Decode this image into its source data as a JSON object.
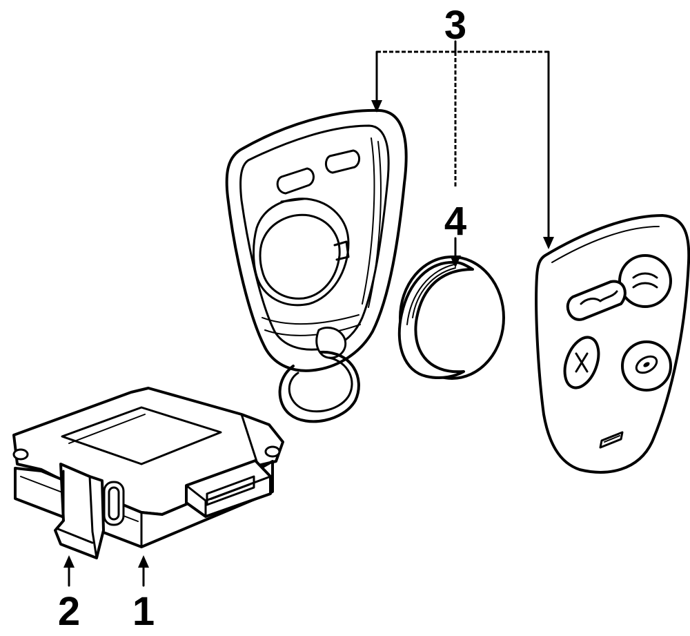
{
  "callouts": {
    "item_1": "1",
    "item_2": "2",
    "item_3": "3",
    "item_4": "4"
  },
  "colors": {
    "line": "#000000",
    "background": "#ffffff"
  }
}
